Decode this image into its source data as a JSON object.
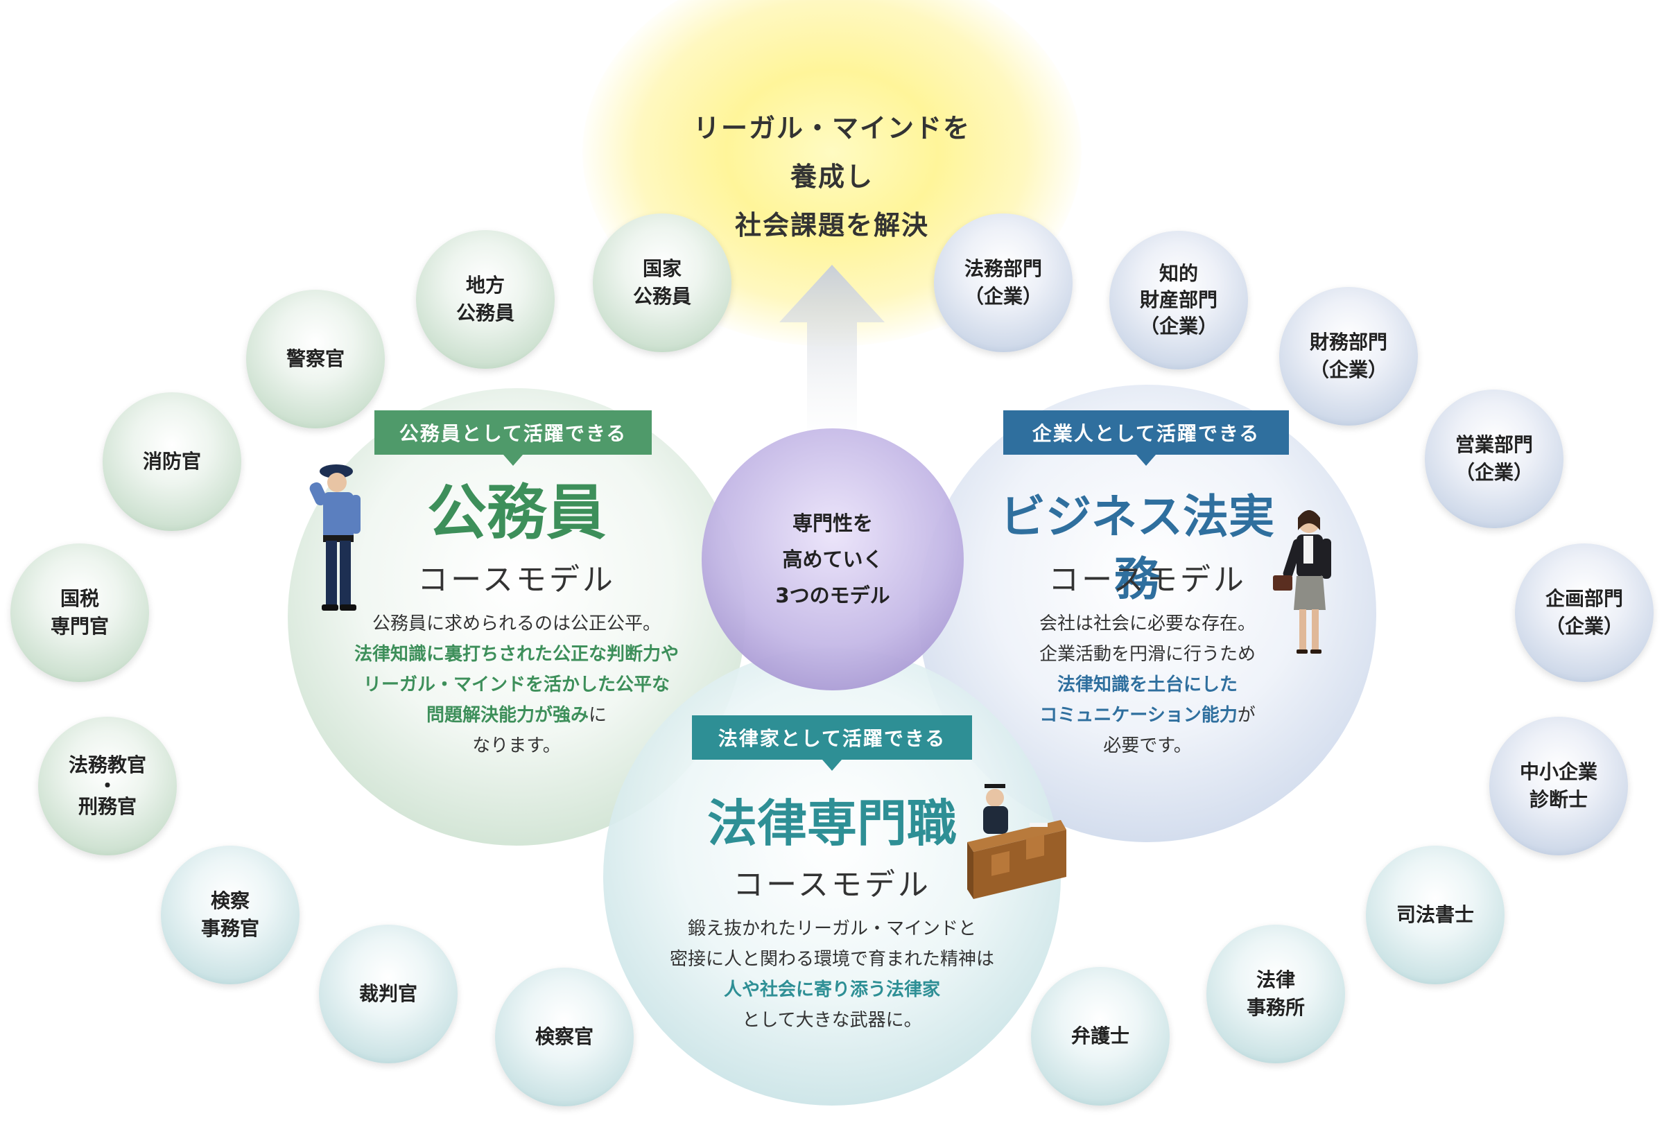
{
  "goal": {
    "line1": "リーガル・マインドを",
    "line2": "養成し",
    "line3": "社会課題を解決"
  },
  "center": {
    "line1": "専門性を",
    "line2": "高めていく",
    "line3": "3つのモデル"
  },
  "models": {
    "civil": {
      "tag": "公務員として活躍できる",
      "title": "公務員",
      "subtitle": "コースモデル",
      "desc1": "公務員に求められるのは公正公平。",
      "desc2": "法律知識に裏打ちされた公正な判断力や",
      "desc3": "リーガル・マインドを活かした公平な",
      "desc4a": "問題解決能力が強み",
      "desc4b": "に",
      "desc5": "なります。"
    },
    "business": {
      "tag": "企業人として活躍できる",
      "title": "ビジネス法実務",
      "subtitle": "コースモデル",
      "desc1": "会社は社会に必要な存在。",
      "desc2": "企業活動を円滑に行うため",
      "desc3": "法律知識を土台にした",
      "desc4a": "コミュニケーション能力",
      "desc4b": "が",
      "desc5": "必要です。"
    },
    "legal": {
      "tag": "法律家として活躍できる",
      "title": "法律専門職",
      "subtitle": "コースモデル",
      "desc1": "鍛え抜かれたリーガル・マインドと",
      "desc2": "密接に人と関わる環境で育まれた精神は",
      "desc3": "人や社会に寄り添う法律家",
      "desc4": "として大きな武器に。"
    }
  },
  "careers": {
    "kokka": {
      "l1": "国家",
      "l2": "公務員"
    },
    "chiho": {
      "l1": "地方",
      "l2": "公務員"
    },
    "keisatsu": {
      "l1": "警察官"
    },
    "shobo": {
      "l1": "消防官"
    },
    "kokuzei": {
      "l1": "国税",
      "l2": "専門官"
    },
    "homukyo": {
      "l1": "法務教官",
      "l2": "・",
      "l3": "刑務官"
    },
    "kensatsujimu": {
      "l1": "検察",
      "l2": "事務官"
    },
    "saiban": {
      "l1": "裁判官"
    },
    "kensatsu": {
      "l1": "検察官"
    },
    "bengo": {
      "l1": "弁護士"
    },
    "horitsujimu": {
      "l1": "法律",
      "l2": "事務所"
    },
    "shiho": {
      "l1": "司法書士"
    },
    "chusho": {
      "l1": "中小企業",
      "l2": "診断士"
    },
    "kikaku": {
      "l1": "企画部門",
      "l2": "（企業）"
    },
    "eigyo": {
      "l1": "営業部門",
      "l2": "（企業）"
    },
    "zaimu": {
      "l1": "財務部門",
      "l2": "（企業）"
    },
    "chiteki": {
      "l1": "知的",
      "l2": "財産部門",
      "l3": "（企業）"
    },
    "homu": {
      "l1": "法務部門",
      "l2": "（企業）"
    }
  },
  "colors": {
    "green": "#4f9a6a",
    "blue": "#2f6f9e",
    "teal": "#2e8f95",
    "purple": "#9c8ccc",
    "glow": "#fff59a"
  }
}
